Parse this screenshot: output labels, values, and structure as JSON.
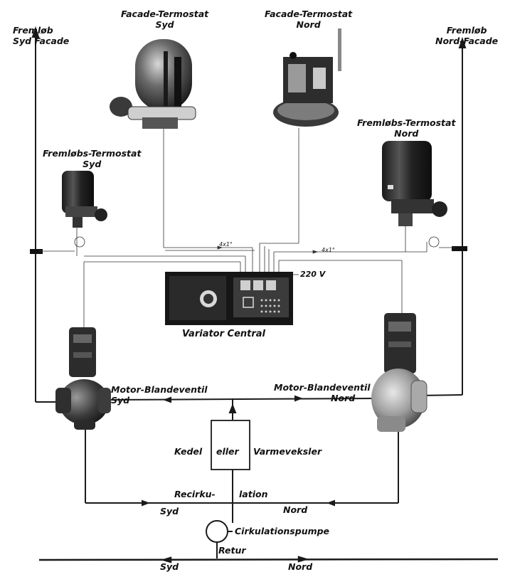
{
  "labels": {
    "fremlob_syd_facade": [
      "Fremløb",
      "Syd Facade"
    ],
    "fremlob_nord_facade": [
      "Fremløb",
      "Nord-Facade"
    ],
    "facade_termostat_syd": [
      "Facade-Termostat",
      "Syd"
    ],
    "facade_termostat_nord": [
      "Facade-Termostat",
      "Nord"
    ],
    "fremlobs_termostat_syd": [
      "Fremløbs-Termostat",
      "Syd"
    ],
    "fremlobs_termostat_nord": [
      "Fremløbs-Termostat",
      "Nord"
    ],
    "cable_left": "4x1°",
    "cable_right": "4x1°",
    "voltage": "220 V",
    "variator_central": "Variator Central",
    "motor_blandeventil_syd": [
      "Motor-Blandeventil",
      "Syd"
    ],
    "motor_blandeventil_nord": [
      "Motor-Blandeventil",
      "Nord"
    ],
    "kedel_left": "Kedel",
    "kedel_mid": "eller",
    "kedel_right": "Varmeveksler",
    "recirkulation_left": "Recirku-",
    "recirkulation_right": "lation",
    "recirk_syd": "Syd",
    "recirk_nord": "Nord",
    "pump": "Cirkulationspumpe",
    "retur": "Retur",
    "bottom_syd": "Syd",
    "bottom_nord": "Nord"
  },
  "colors": {
    "line": "#1a1a1a",
    "device_dark": "#2a2a2a",
    "device_mid": "#6d6d6d",
    "device_light": "#b8b8b8",
    "paper": "#ffffff"
  }
}
